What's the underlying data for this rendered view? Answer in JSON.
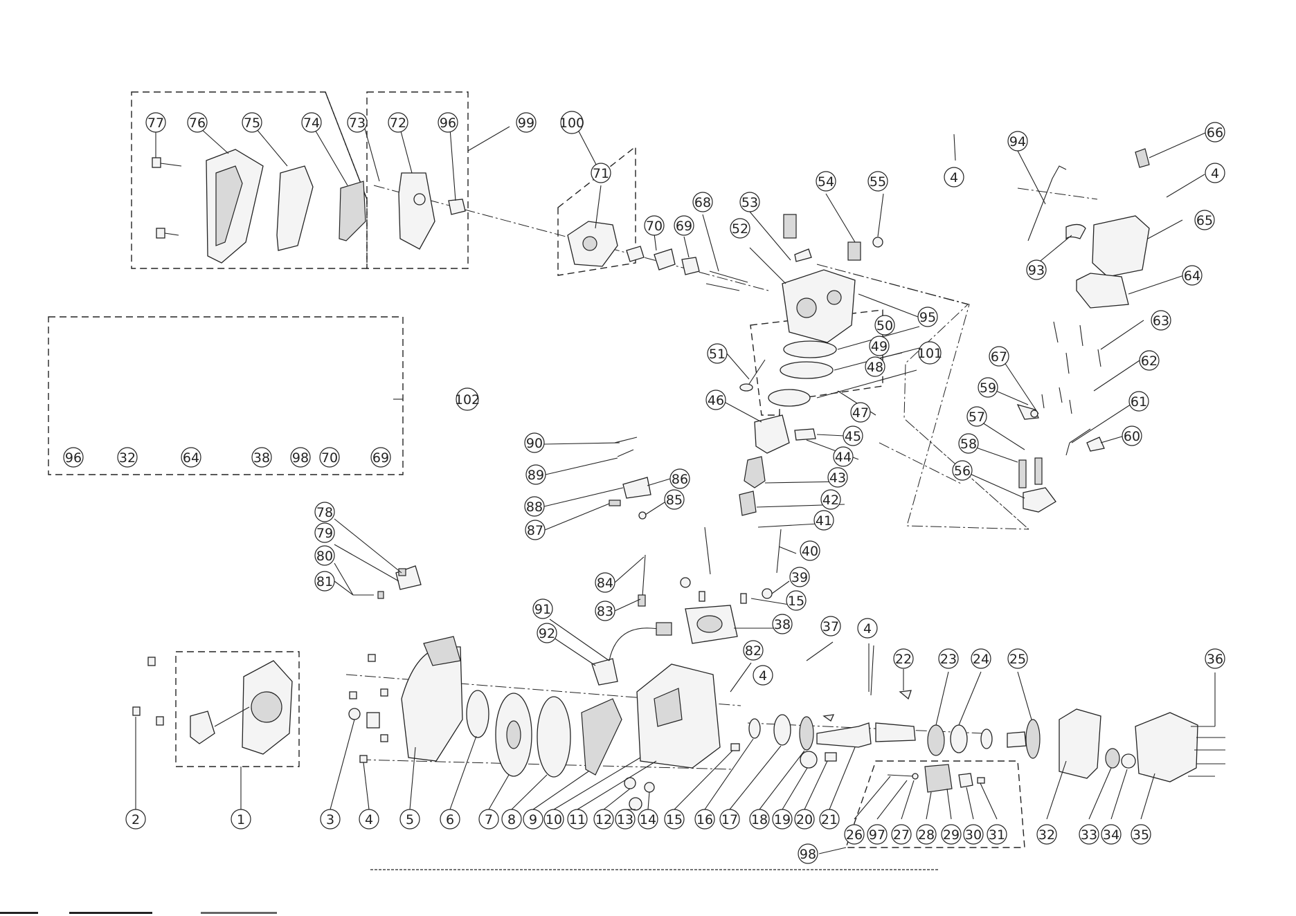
{
  "labels": {
    "n1": "1",
    "n2": "2",
    "n3": "3",
    "n4": "4",
    "n5": "5",
    "n6": "6",
    "n7": "7",
    "n8": "8",
    "n9": "9",
    "n10": "10",
    "n11": "11",
    "n12": "12",
    "n13": "13",
    "n14": "14",
    "n15": "15",
    "n16": "16",
    "n17": "17",
    "n18": "18",
    "n19": "19",
    "n20": "20",
    "n21": "21",
    "n22": "22",
    "n23": "23",
    "n24": "24",
    "n25": "25",
    "n26": "26",
    "n27": "27",
    "n28": "28",
    "n29": "29",
    "n30": "30",
    "n31": "31",
    "n32": "32",
    "n33": "33",
    "n34": "34",
    "n35": "35",
    "n36": "36",
    "n37": "37",
    "n38": "38",
    "n39": "39",
    "n40": "40",
    "n41": "41",
    "n42": "42",
    "n43": "43",
    "n44": "44",
    "n45": "45",
    "n46": "46",
    "n47": "47",
    "n48": "48",
    "n49": "49",
    "n50": "50",
    "n51": "51",
    "n52": "52",
    "n53": "53",
    "n54": "54",
    "n55": "55",
    "n56": "56",
    "n57": "57",
    "n58": "58",
    "n59": "59",
    "n60": "60",
    "n61": "61",
    "n62": "62",
    "n63": "63",
    "n64": "64",
    "n65": "65",
    "n66": "66",
    "n67": "67",
    "n68": "68",
    "n69": "69",
    "n70": "70",
    "n71": "71",
    "n72": "72",
    "n73": "73",
    "n74": "74",
    "n75": "75",
    "n76": "76",
    "n77": "77",
    "n78": "78",
    "n79": "79",
    "n80": "80",
    "n81": "81",
    "n82": "82",
    "n83": "83",
    "n84": "84",
    "n85": "85",
    "n86": "86",
    "n87": "87",
    "n88": "88",
    "n89": "89",
    "n90": "90",
    "n91": "91",
    "n92": "92",
    "n93": "93",
    "n94": "94",
    "n95": "95",
    "n96": "96",
    "n97": "97",
    "n98": "98",
    "n99": "99",
    "n100": "100",
    "n101": "101",
    "n102": "102"
  }
}
